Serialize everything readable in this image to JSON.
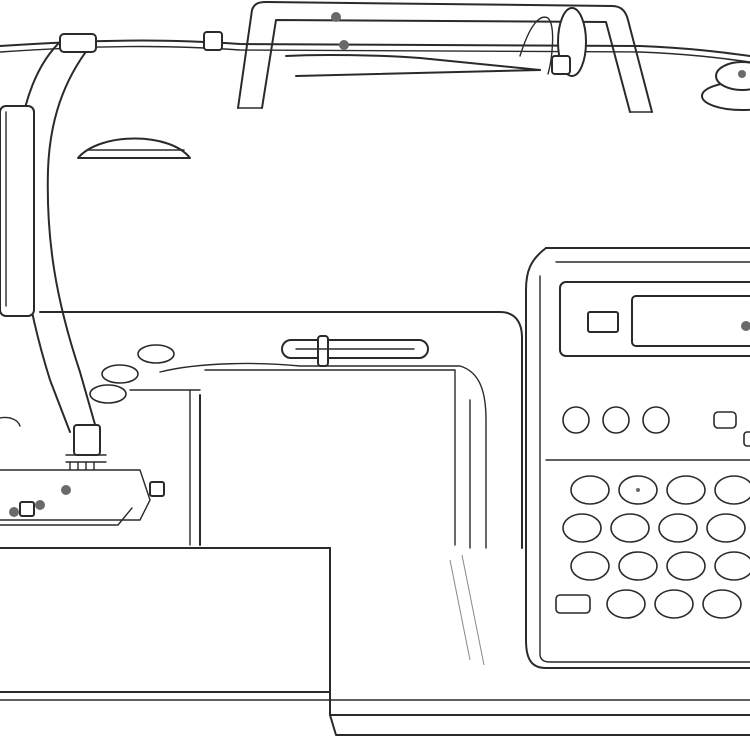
{
  "diagram": {
    "subject": "sewing-machine",
    "style": "line-art",
    "colors": {
      "line": "#2a2a2a",
      "background": "#ffffff",
      "dot": "#6a6a6a"
    }
  },
  "control_panel": {
    "top_button_rows": [
      {
        "count": 3,
        "shape": "circle"
      },
      {
        "count": 1,
        "shape": "rounded-rect"
      }
    ],
    "keypad_rows": [
      {
        "count": 4,
        "shape": "ellipse"
      },
      {
        "count": 4,
        "shape": "ellipse"
      },
      {
        "count": 4,
        "shape": "ellipse"
      },
      {
        "count": 3,
        "shape": "ellipse",
        "leading_key": "rounded-rect"
      }
    ],
    "display": "lcd-window"
  },
  "arm_buttons": {
    "count": 3,
    "shape": "ellipse"
  }
}
